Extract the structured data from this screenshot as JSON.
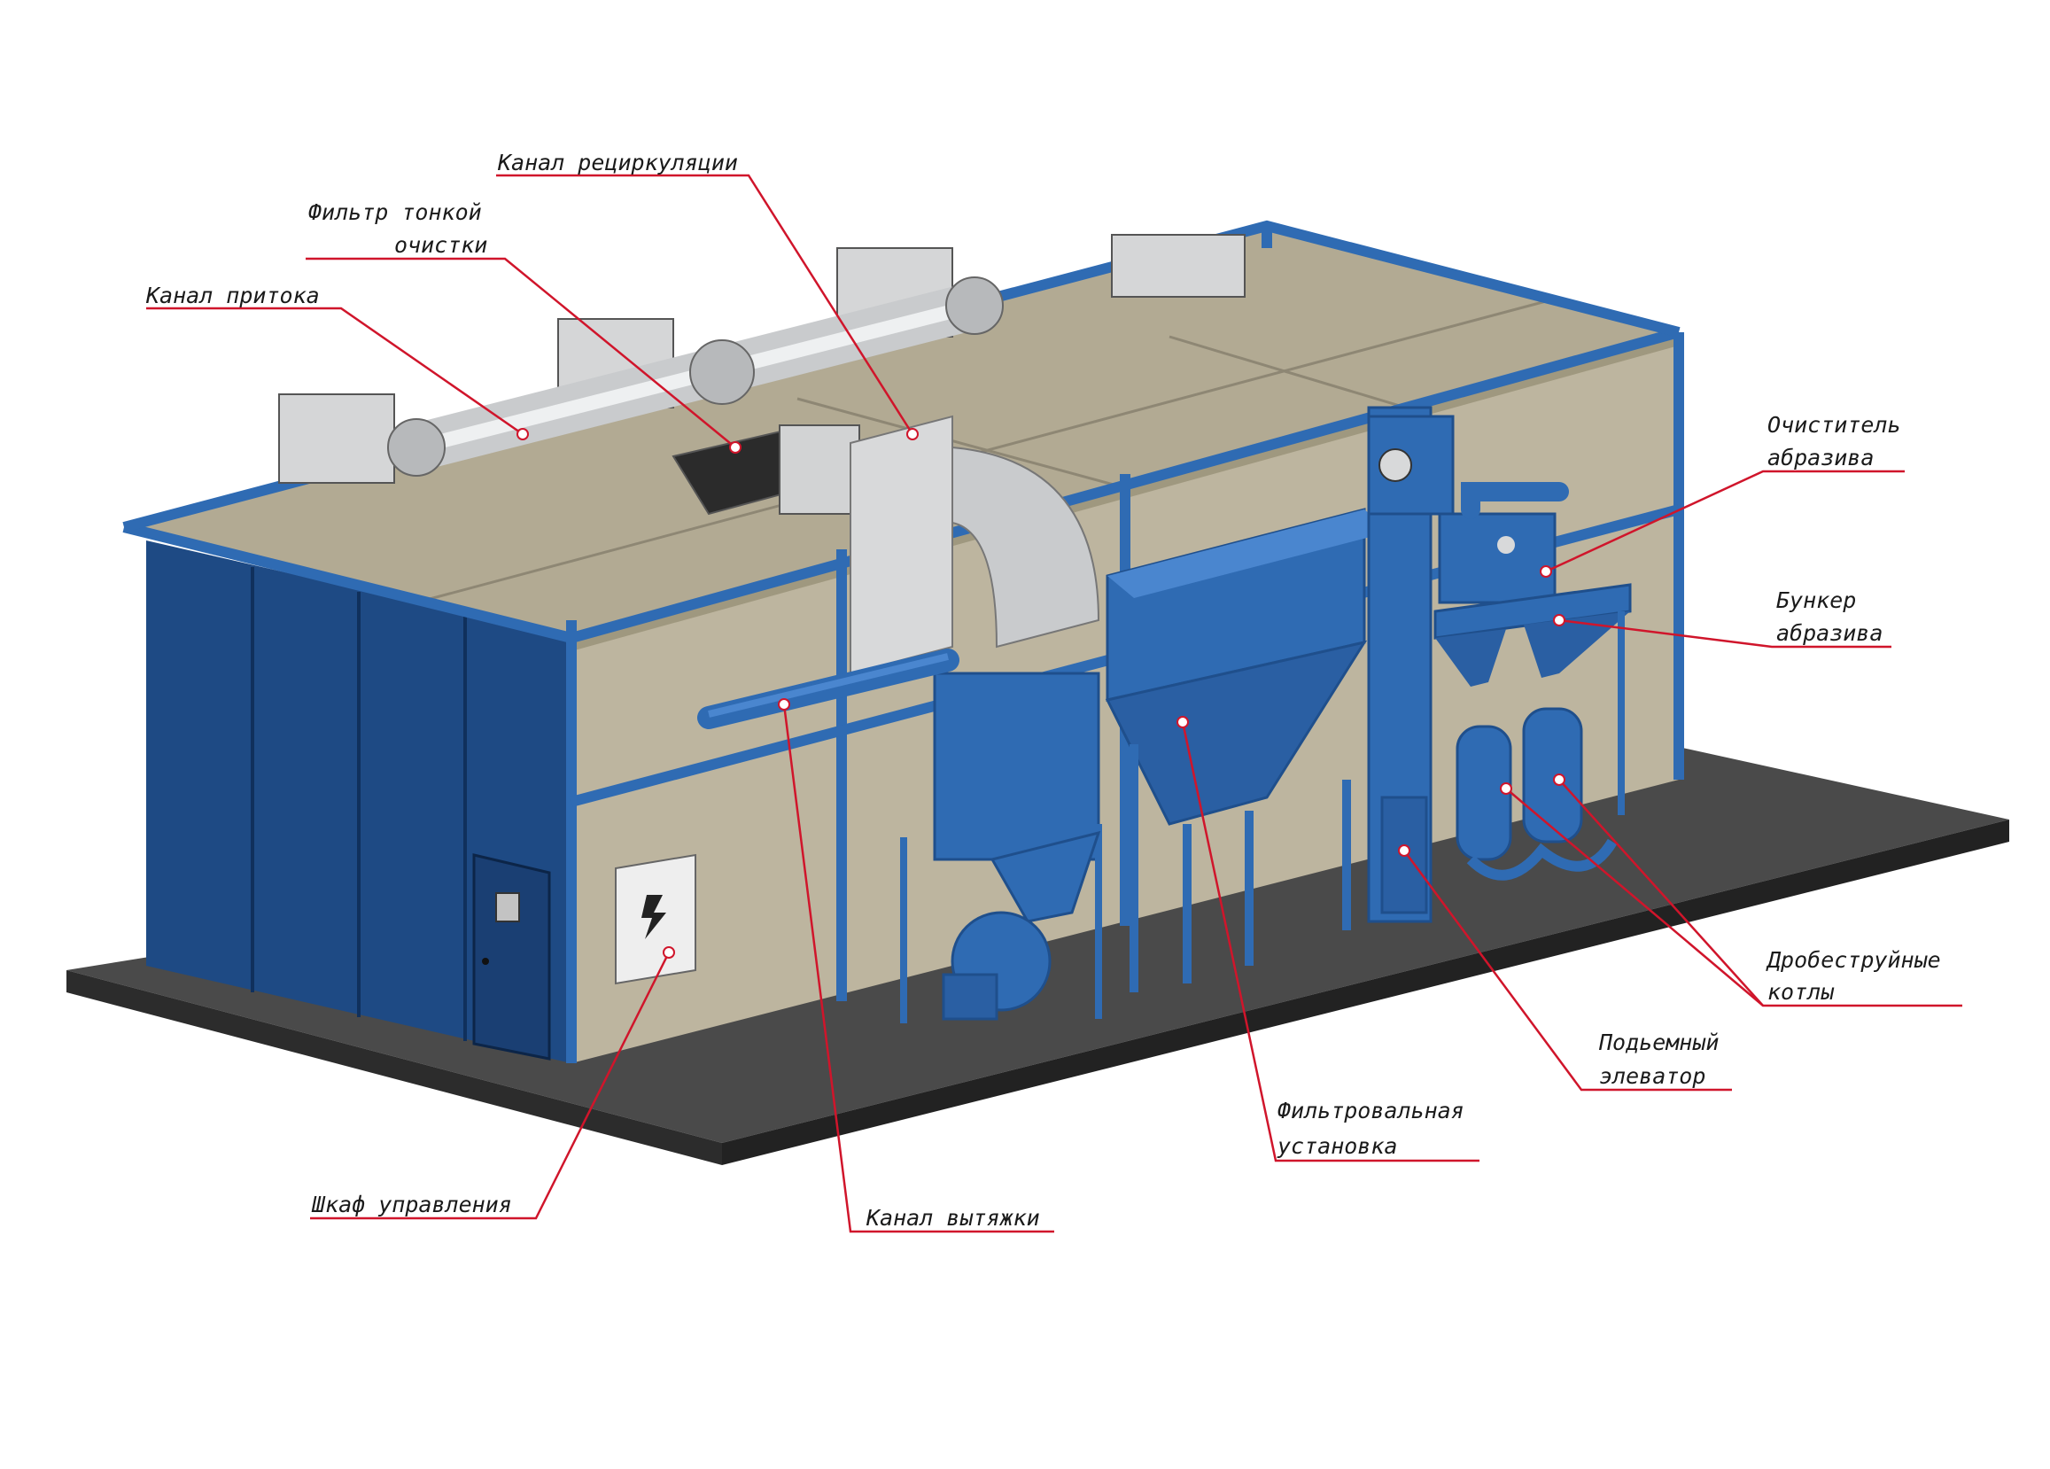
{
  "colors": {
    "blue": "#2f6bb3",
    "blue_dark": "#1f4f8c",
    "blue_light": "#4a86cf",
    "wall": "#bdb59f",
    "roof": "#b2aa93",
    "floor": "#4a4a4a",
    "silver": "#c9cbcd",
    "leader": "#d0152b"
  },
  "labels": {
    "recirc_channel": "Канал рециркуляции",
    "fine_filter_1": "Фильтр тонкой",
    "fine_filter_2": "очистки",
    "supply_channel": "Канал притока",
    "abrasive_cleaner_1": "Очиститель",
    "abrasive_cleaner_2": "абразива",
    "abrasive_hopper_1": "Бункер",
    "abrasive_hopper_2": "абразива",
    "blast_pots_1": "Дробеструйные",
    "blast_pots_2": "котлы",
    "elevator_1": "Подьемный",
    "elevator_2": "элеватор",
    "filter_unit_1": "Фильтровальная",
    "filter_unit_2": "установка",
    "exhaust_channel": "Канал вытяжки",
    "control_cabinet": "Шкаф управления"
  }
}
